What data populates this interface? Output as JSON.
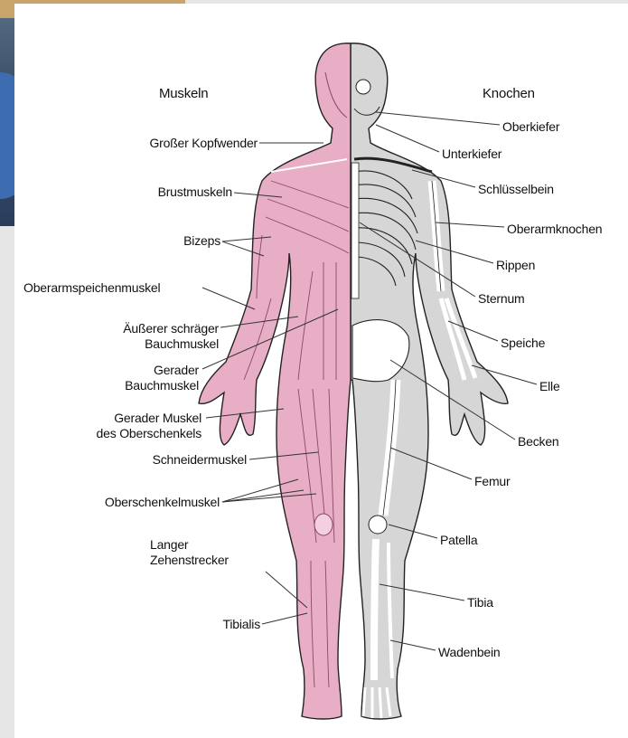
{
  "colors": {
    "muscle": "#e8aec6",
    "muscle_line": "#8a4a66",
    "bone_bg": "#d6d6d6",
    "bone": "#ffffff",
    "outline": "#222222",
    "leader": "#333333"
  },
  "headings": {
    "left": "Muskeln",
    "right": "Knochen"
  },
  "left_labels": [
    {
      "id": "kopfwender",
      "lines": [
        "Großer Kopfwender"
      ]
    },
    {
      "id": "brust",
      "lines": [
        "Brustmuskeln"
      ]
    },
    {
      "id": "bizeps",
      "lines": [
        "Bizeps"
      ]
    },
    {
      "id": "oberarmspeichen",
      "lines": [
        "Oberarmspeichenmuskel"
      ]
    },
    {
      "id": "schraeger",
      "lines": [
        "Äußerer schräger",
        "Bauchmuskel"
      ]
    },
    {
      "id": "gerader-bauch",
      "lines": [
        "Gerader",
        "Bauchmuskel"
      ]
    },
    {
      "id": "gerader-oberschenkel",
      "lines": [
        "Gerader Muskel",
        "des Oberschenkels"
      ]
    },
    {
      "id": "schneider",
      "lines": [
        "Schneidermuskel"
      ]
    },
    {
      "id": "oberschenkel",
      "lines": [
        "Oberschenkelmuskel"
      ]
    },
    {
      "id": "zehenstrecker",
      "lines": [
        "Langer",
        "Zehenstrecker"
      ]
    },
    {
      "id": "tibialis",
      "lines": [
        "Tibialis"
      ]
    }
  ],
  "right_labels": [
    {
      "id": "oberkiefer",
      "lines": [
        "Oberkiefer"
      ]
    },
    {
      "id": "unterkiefer",
      "lines": [
        "Unterkiefer"
      ]
    },
    {
      "id": "schluesselbein",
      "lines": [
        "Schlüsselbein"
      ]
    },
    {
      "id": "oberarmknochen",
      "lines": [
        "Oberarmknochen"
      ]
    },
    {
      "id": "rippen",
      "lines": [
        "Rippen"
      ]
    },
    {
      "id": "sternum",
      "lines": [
        "Sternum"
      ]
    },
    {
      "id": "speiche",
      "lines": [
        "Speiche"
      ]
    },
    {
      "id": "elle",
      "lines": [
        "Elle"
      ]
    },
    {
      "id": "becken",
      "lines": [
        "Becken"
      ]
    },
    {
      "id": "femur",
      "lines": [
        "Femur"
      ]
    },
    {
      "id": "patella",
      "lines": [
        "Patella"
      ]
    },
    {
      "id": "tibia",
      "lines": [
        "Tibia"
      ]
    },
    {
      "id": "wadenbein",
      "lines": [
        "Wadenbein"
      ]
    }
  ]
}
